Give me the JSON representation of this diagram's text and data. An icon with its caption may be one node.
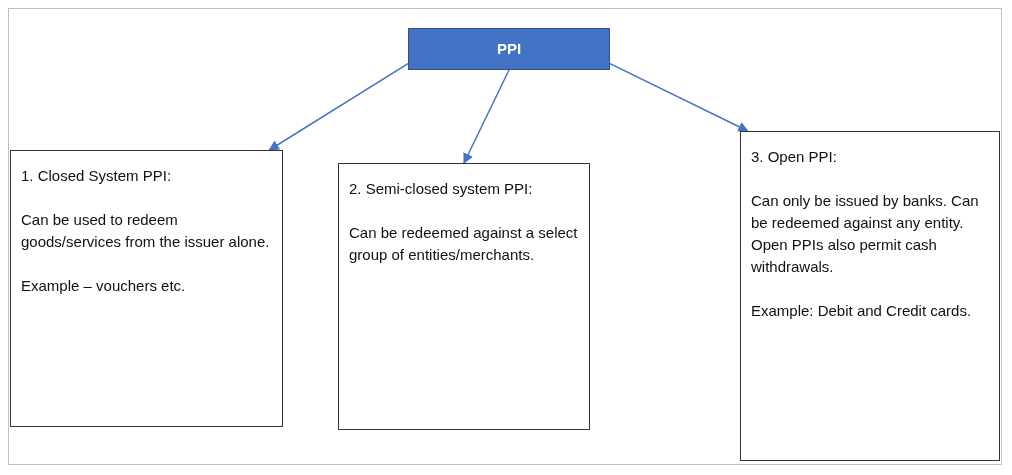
{
  "diagram": {
    "nodes": [
      {
        "text": [
          "PPI"
        ]
      },
      {
        "text": [
          "1. Closed System PPI:",
          "Can be used to redeem goods/services from the issuer alone.",
          "Example – vouchers etc."
        ]
      },
      {
        "text": [
          "2. Semi-closed system PPI:",
          "Can be redeemed against a select group of entities/merchants."
        ]
      },
      {
        "text": [
          "3. Open PPI:",
          "Can only be issued by banks. Can be redeemed against any entity. Open PPIs also permit cash withdrawals.",
          "Example: Debit and Credit cards."
        ]
      }
    ],
    "edges": [
      {
        "from": 0,
        "to": 1,
        "arrow": "to"
      },
      {
        "from": 0,
        "to": 2,
        "arrow": "to"
      },
      {
        "from": 0,
        "to": 3,
        "arrow": "to"
      }
    ]
  }
}
